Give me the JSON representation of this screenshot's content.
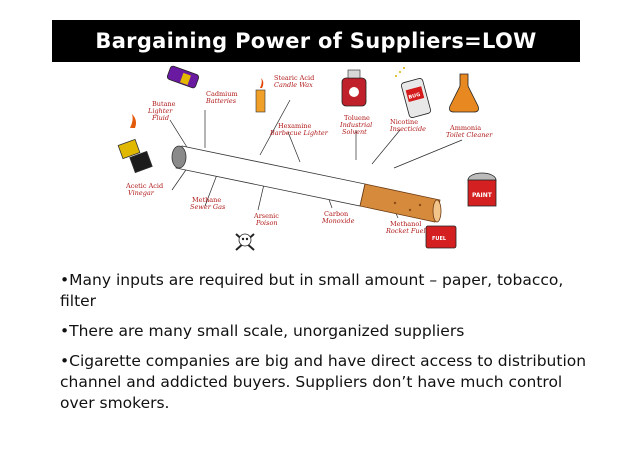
{
  "slide": {
    "title": "Bargaining Power of Suppliers=LOW"
  },
  "diagram": {
    "labels": {
      "butane_1": "Butane",
      "butane_2": "Lighter",
      "butane_3": "Fluid",
      "cadmium_1": "Cadmium",
      "cadmium_2": "Batteries",
      "stearic_1": "Stearic Acid",
      "stearic_2": "Candle Wax",
      "toluene_1": "Toluene",
      "toluene_2": "Industrial",
      "toluene_3": "Solvent",
      "nicotine_1": "Nicotine",
      "nicotine_2": "Insecticide",
      "ammonia_1": "Ammonia",
      "ammonia_2": "Toilet Cleaner",
      "hexamine_1": "Hexamine",
      "hexamine_2": "Barbecue Lighter",
      "acetic_1": "Acetic Acid",
      "acetic_2": "Vinegar",
      "methane_1": "Methane",
      "methane_2": "Sewer Gas",
      "arsenic_1": "Arsenic",
      "arsenic_2": "Poison",
      "carbon_1": "Carbon",
      "carbon_2": "Monoxide",
      "methanol_1": "Methanol",
      "methanol_2": "Rocket Fuel",
      "bug_spray": "BUG",
      "fuel_can": "FUEL",
      "paint_can": "PAINT"
    }
  },
  "bullets": [
    "•Many inputs are required but in small amount – paper, tobacco, filter",
    "•There are many small scale, unorganized suppliers",
    "•Cigarette companies are big and have direct access to distribution channel and addicted  buyers. Suppliers don’t have much control over smokers."
  ]
}
